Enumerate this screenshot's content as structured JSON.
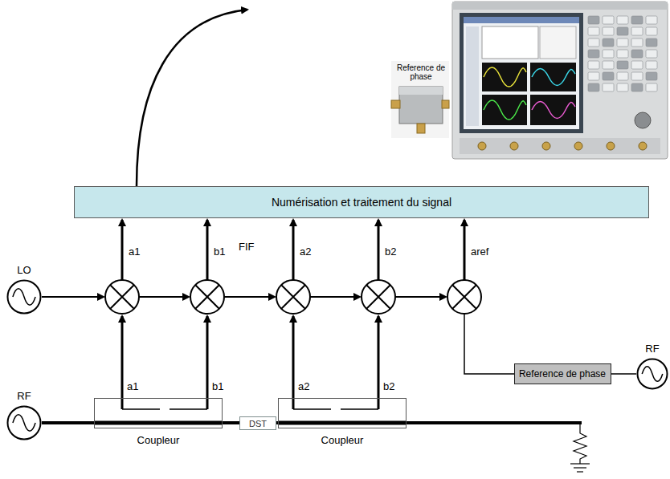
{
  "diagram": {
    "nodes": [
      {
        "text": [
          "Numérisation et traitement du signal"
        ]
      },
      {
        "text": [
          "LO"
        ]
      },
      {
        "text": [
          "RF"
        ]
      },
      {
        "text": [
          "Coupleur"
        ]
      },
      {
        "text": [
          "DST"
        ]
      },
      {
        "text": [
          "Coupleur"
        ]
      },
      {
        "text": [
          "Reference de phase"
        ]
      },
      {
        "text": [
          "RF"
        ]
      }
    ],
    "edges": [
      {
        "from": 2,
        "to": 3,
        "arrow": "none"
      },
      {
        "from": 3,
        "to": 4,
        "arrow": "none"
      },
      {
        "from": 4,
        "to": 5,
        "arrow": "none"
      },
      {
        "from": 6,
        "to": 7,
        "arrow": "none"
      }
    ],
    "labels": [
      "Reference de phase",
      "a1",
      "b1",
      "FIF",
      "a2",
      "b2",
      "aref",
      "a1",
      "b1",
      "a2",
      "b2"
    ]
  }
}
